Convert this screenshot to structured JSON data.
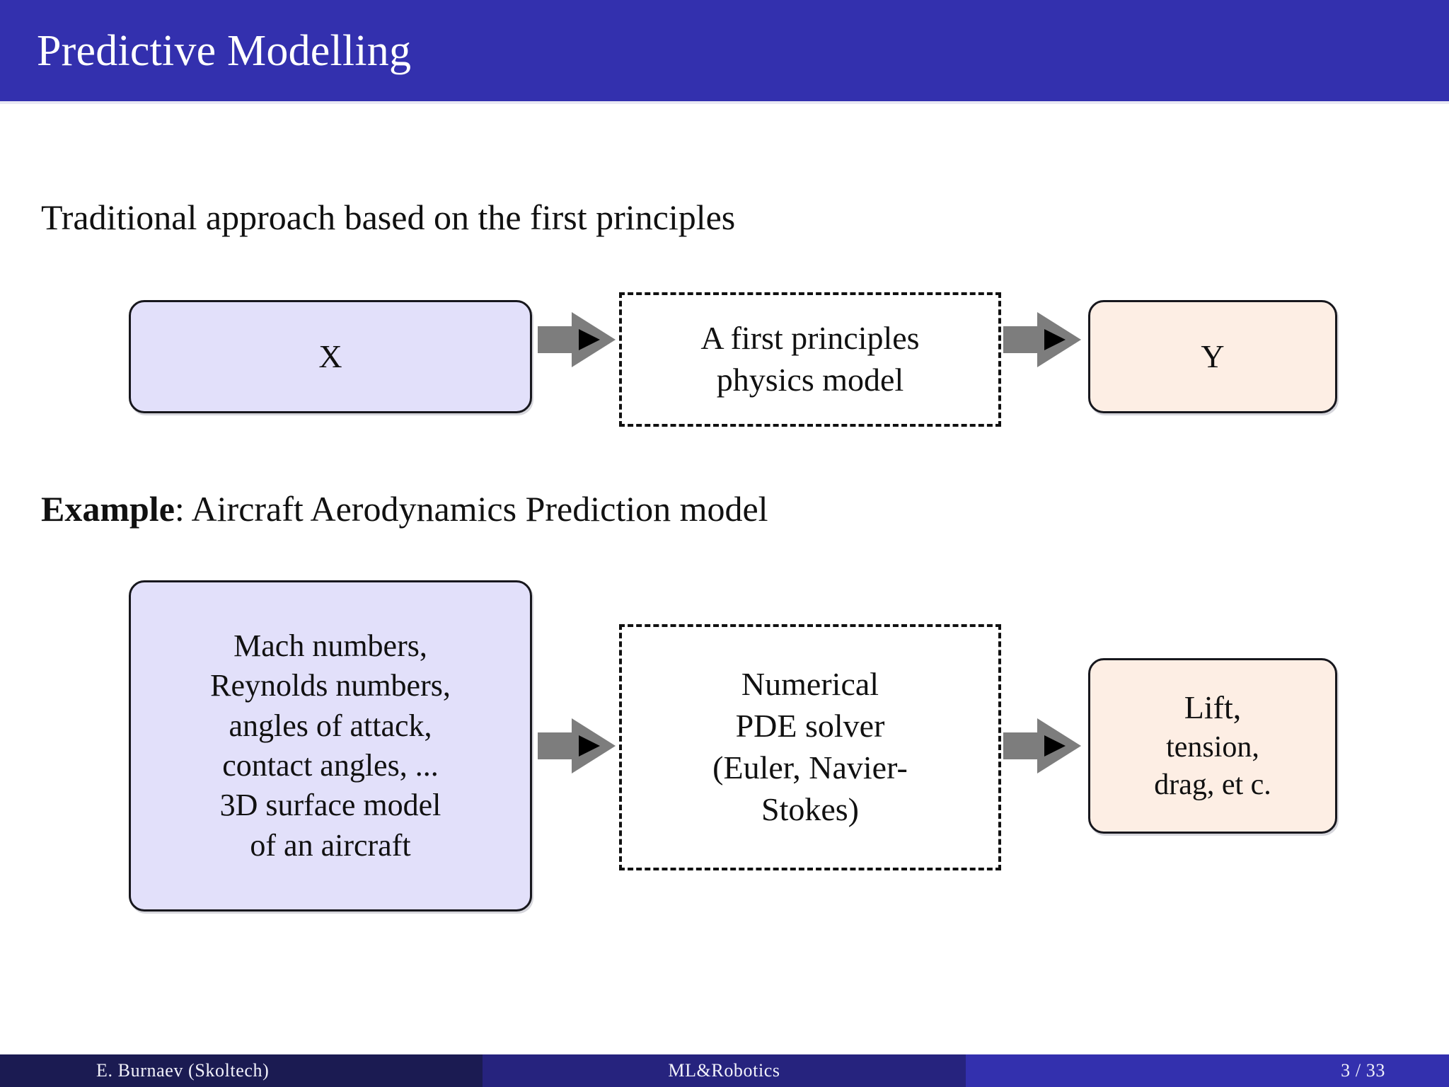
{
  "slide": {
    "title": "Predictive Modelling",
    "lead_1": "Traditional approach based on the first principles",
    "example_label": "Example",
    "example_rest": ": Aircraft Aerodynamics Prediction model"
  },
  "diagram_1": {
    "input": "X",
    "process_line_1": "A first principles",
    "process_line_2": "physics model",
    "output": "Y",
    "arrow_1": "block-arrow-right-icon",
    "arrow_2": "block-arrow-right-icon"
  },
  "diagram_2": {
    "input_line_1": "Mach numbers,",
    "input_line_2": "Reynolds numbers,",
    "input_line_3": "angles of attack,",
    "input_line_4": "contact angles, ...",
    "input_line_5": "3D surface model",
    "input_line_6": "of an aircraft",
    "process_line_1": "Numerical",
    "process_line_2": "PDE solver",
    "process_line_3": "(Euler, Navier-",
    "process_line_4": "Stokes)",
    "output_line_1": "Lift,",
    "output_line_2": "tension,",
    "output_line_3": "drag, et c.",
    "arrow_1": "block-arrow-right-icon",
    "arrow_2": "block-arrow-right-icon"
  },
  "footer": {
    "author": "E. Burnaev  (Skoltech)",
    "course": "ML&Robotics",
    "page": "3 / 33"
  },
  "colors": {
    "title_bar": "#3330ae",
    "input_box": "#e2e0fa",
    "output_box": "#fdeee4",
    "arrow": "#7d7d7d",
    "footer_left": "#1b1b52",
    "footer_middle": "#26237e",
    "footer_right": "#3330ae"
  }
}
